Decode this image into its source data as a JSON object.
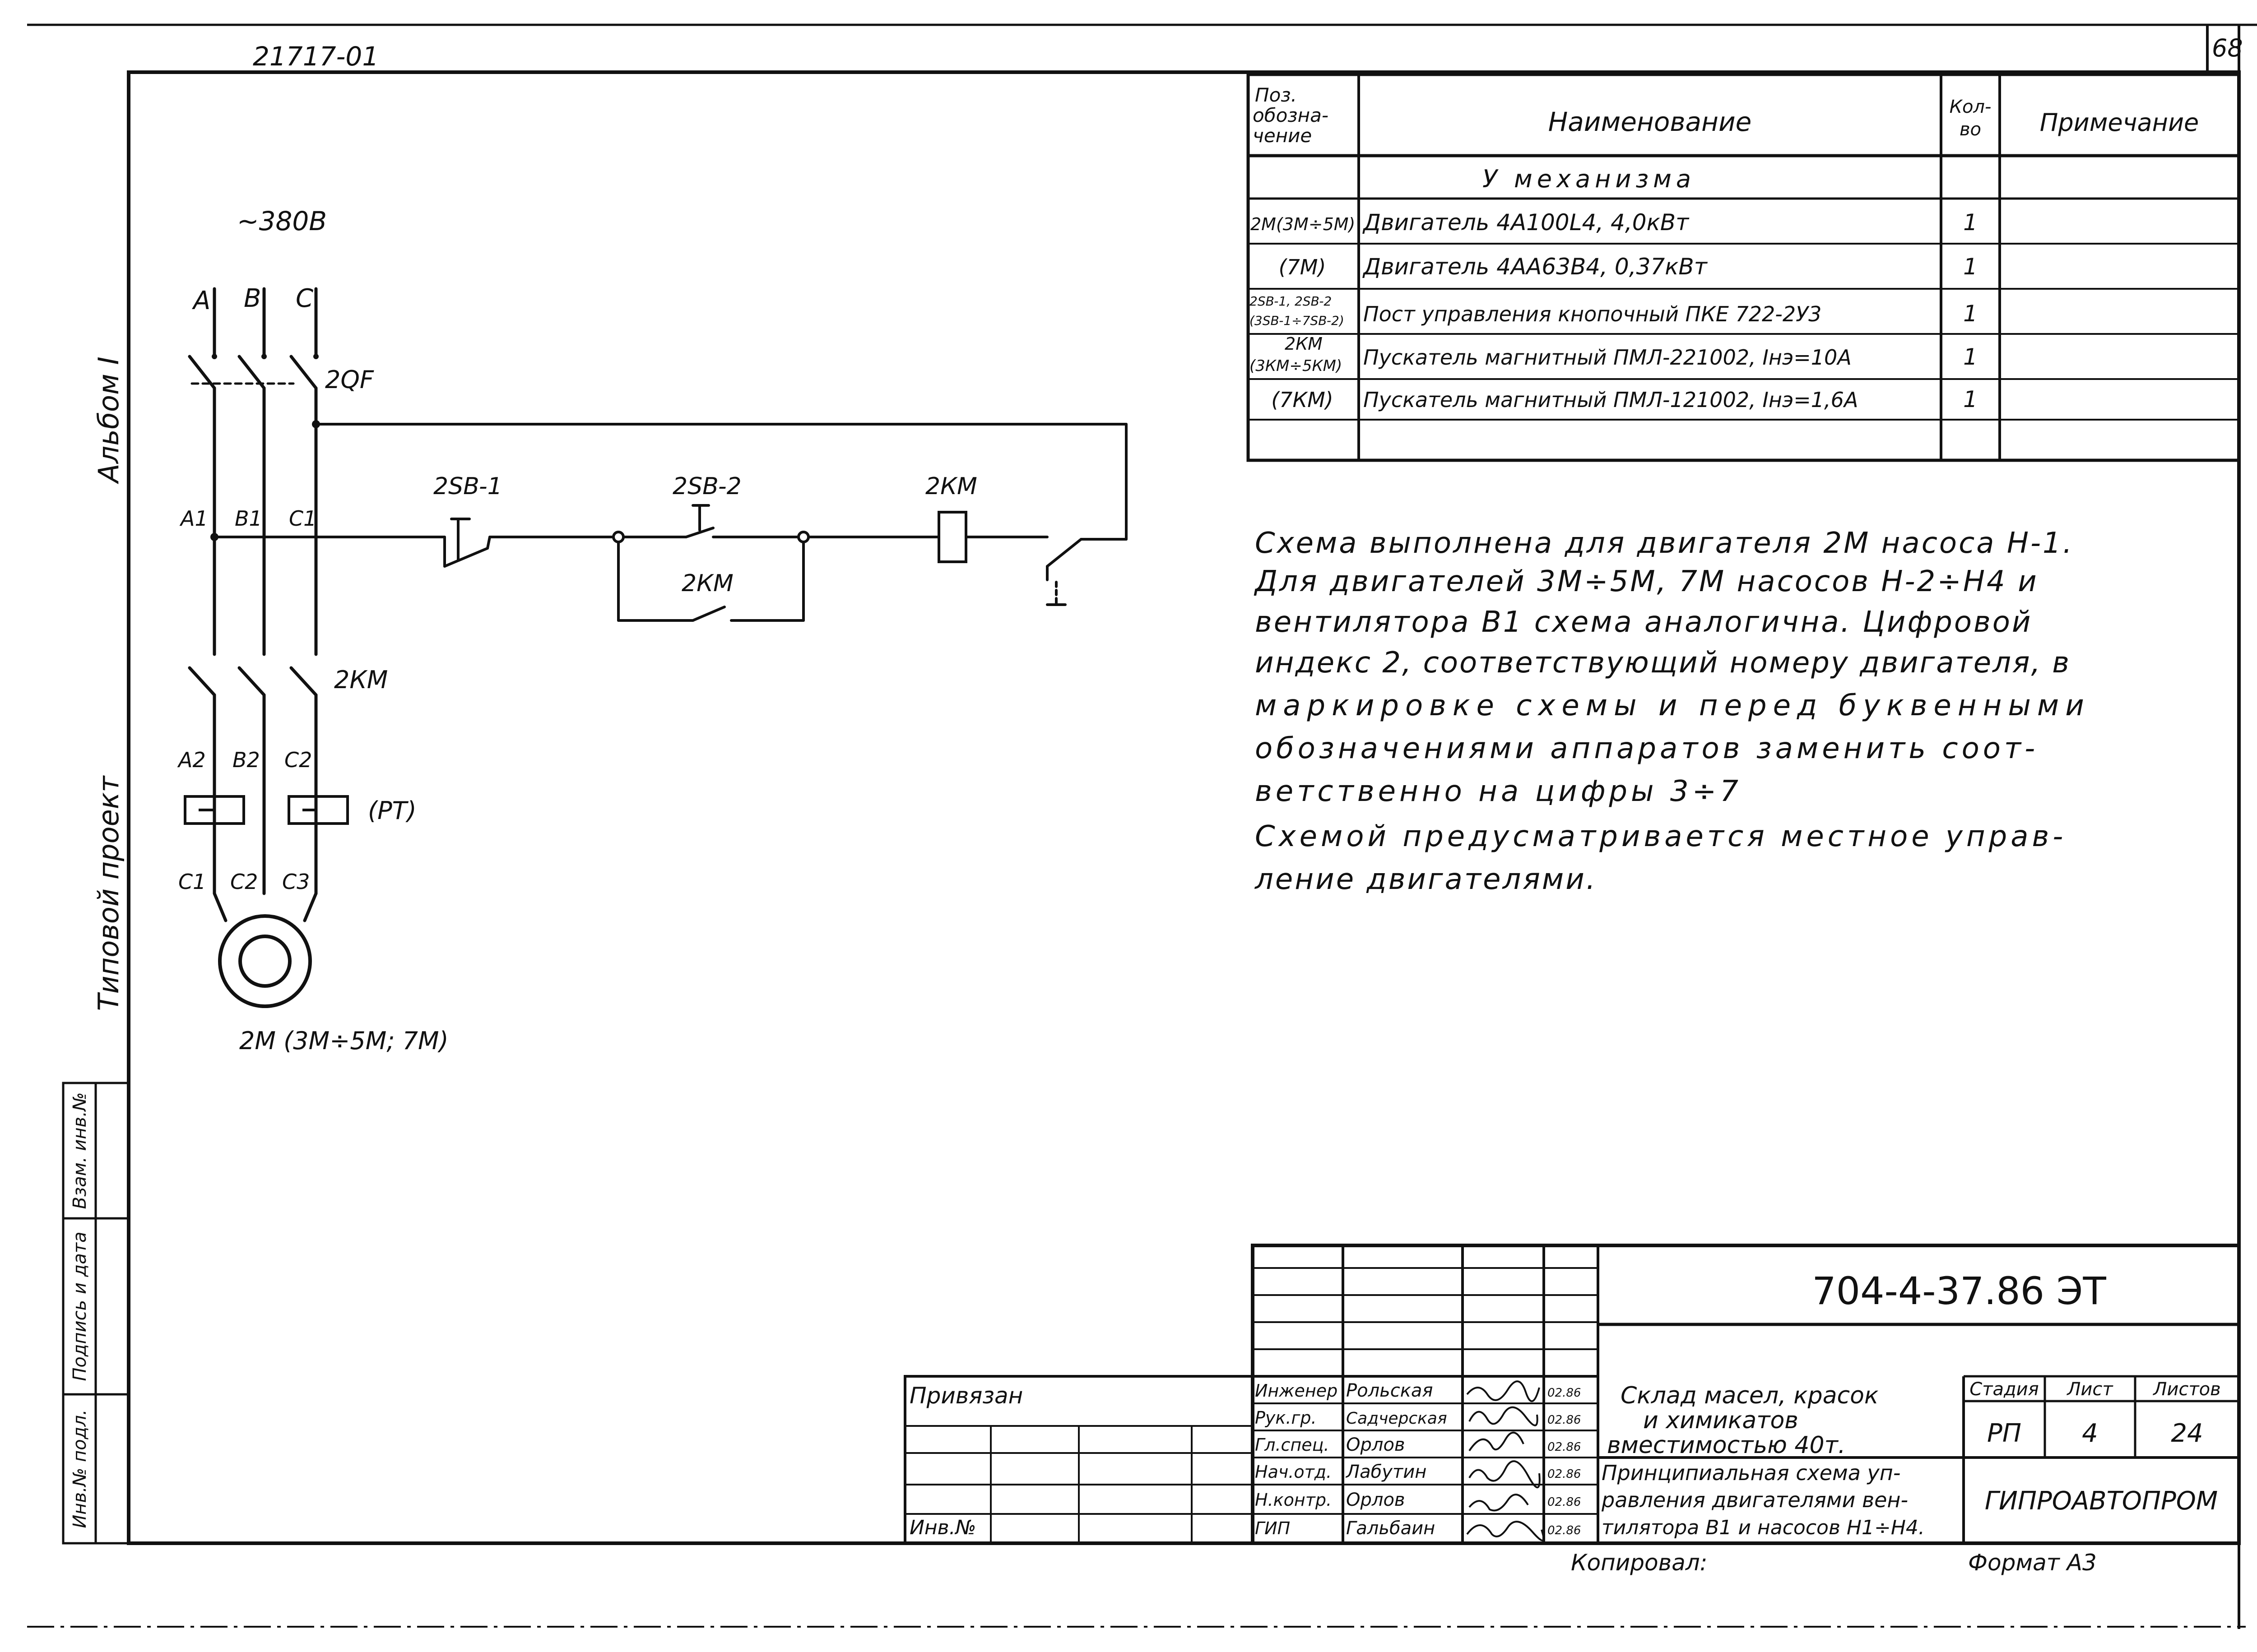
{
  "sheet": {
    "archive_number": "21717-01",
    "page_number": "68",
    "left_strip_title": "Альбом I",
    "left_strip_project": "Типовой проект",
    "side_stamp": [
      "Инв.№ подл.",
      "Подпись и дата",
      "Взам. инв.№"
    ]
  },
  "spec_table": {
    "headers": {
      "pos": [
        "Поз.",
        "обозна-",
        "чение"
      ],
      "name": "Наименование",
      "qty": [
        "Кол-",
        "во"
      ],
      "note": "Примечание"
    },
    "section_title": "У механизма",
    "rows": [
      {
        "pos": [
          "2М(3М÷5М)"
        ],
        "name": "Двигатель 4А100L4, 4,0кВт",
        "qty": "1",
        "note": ""
      },
      {
        "pos": [
          "(7М)"
        ],
        "name": "Двигатель 4АА63В4, 0,37кВт",
        "qty": "1",
        "note": ""
      },
      {
        "pos": [
          "2SB-1, 2SB-2",
          "(3SB-1÷7SB-2)"
        ],
        "name": "Пост управления кнопочный ПКЕ 722-2У3",
        "qty": "1",
        "note": ""
      },
      {
        "pos": [
          "2КМ",
          "(3КМ÷5КМ)"
        ],
        "name": "Пускатель магнитный ПМЛ-221002, Iнэ=10А",
        "qty": "1",
        "note": ""
      },
      {
        "pos": [
          "(7КМ)"
        ],
        "name": "Пускатель магнитный ПМЛ-121002, Iнэ=1,6А",
        "qty": "1",
        "note": ""
      }
    ]
  },
  "schematic": {
    "voltage": "~380В",
    "phases": [
      "A",
      "B",
      "C"
    ],
    "breaker": "2QF",
    "bus_1": [
      "A1",
      "B1",
      "C1"
    ],
    "contactor_main": "2КМ",
    "bus_2": [
      "A2",
      "B2",
      "C2"
    ],
    "overload_relay": "(РТ)",
    "bus_3": [
      "C1",
      "C2",
      "C3"
    ],
    "motor": "2М (3М÷5М; 7М)",
    "stop_button": "2SB-1",
    "start_button": "2SB-2",
    "coil": "2КМ",
    "hold_contact": "2КМ"
  },
  "notes": [
    "Схема выполнена для двигателя 2М насоса Н-1.",
    "Для двигателей 3М÷5М, 7М насосов Н-2÷Н4 и",
    "вентилятора В1 схема аналогична. Цифровой",
    "индекс 2, соответствующий номеру двигателя, в",
    "маркировке схемы и перед буквенными",
    "обозначениями аппаратов заменить соот-",
    "ветственно на цифры 3÷7",
    "Схемой предусматривается местное управ-",
    "ление двигателями."
  ],
  "title_block": {
    "doc_code": "704-4-37.86 ЭТ",
    "privyazan": "Привязан",
    "inv_no": "Инв.№",
    "people": [
      {
        "role": "Инженер",
        "name": "Рольская",
        "date": "02.86"
      },
      {
        "role": "Рук.гр.",
        "name": "Садчерская",
        "date": "02.86"
      },
      {
        "role": "Гл.спец.",
        "name": "Орлов",
        "date": "02.86"
      },
      {
        "role": "Нач.отд.",
        "name": "Лабутин",
        "date": "02.86"
      },
      {
        "role": "Н.контр.",
        "name": "Орлов",
        "date": "02.86"
      },
      {
        "role": "ГИП",
        "name": "Гальбаин",
        "date": "02.86"
      }
    ],
    "object_name": [
      "Склад масел, красок",
      "и химикатов",
      "вместимостью 40т."
    ],
    "sheet_title": [
      "Принципиальная схема уп-",
      "равления двигателями вен-",
      "тилятора В1 и насосов Н1÷Н4."
    ],
    "stage_header": "Стадия",
    "sheet_header": "Лист",
    "sheets_header": "Листов",
    "stage": "РП",
    "sheet": "4",
    "sheets": "24",
    "organization": "ГИПРОАВТОПРОМ",
    "copied": "Копировал:",
    "format": "Формат А3"
  }
}
